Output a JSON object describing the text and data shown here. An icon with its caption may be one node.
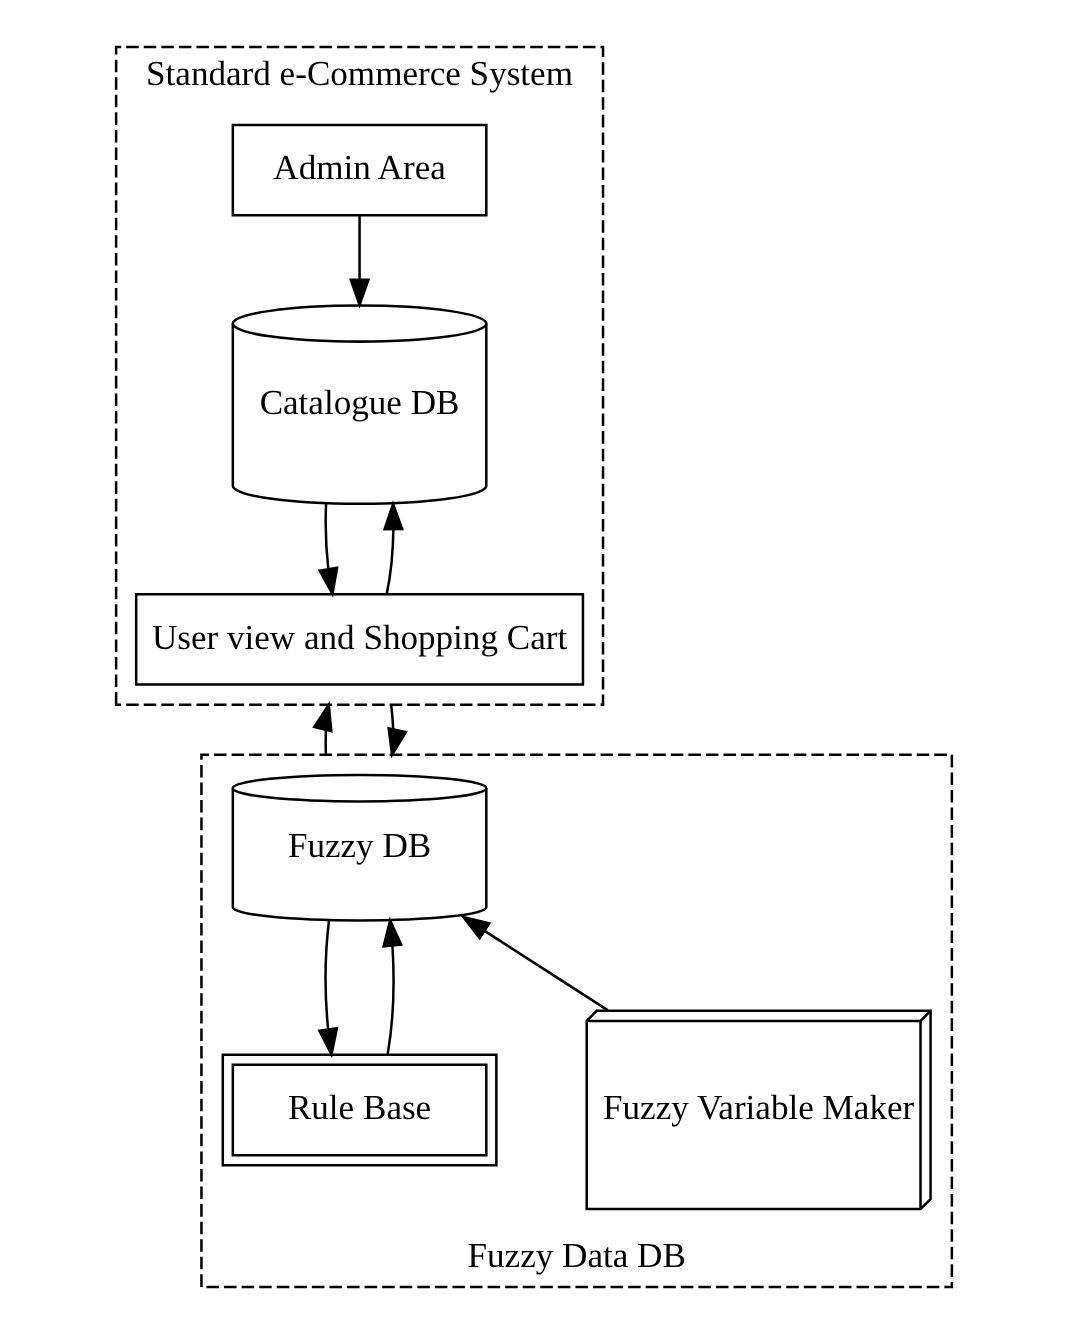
{
  "diagram": {
    "nodes": [
      {
        "text": [
          "Standard e-Commerce System"
        ]
      },
      {
        "text": [
          "Admin Area"
        ],
        "in": 0
      },
      {
        "text": [
          "Catalogue DB"
        ],
        "in": 0
      },
      {
        "text": [
          "User view and Shopping Cart"
        ],
        "in": 0
      },
      {
        "text": [
          "Fuzzy Data DB"
        ]
      },
      {
        "text": [
          "Fuzzy DB"
        ],
        "in": 4
      },
      {
        "text": [
          "Rule Base"
        ],
        "in": 4
      },
      {
        "text": [
          "Fuzzy Variable Maker"
        ],
        "in": 4
      }
    ],
    "edges": [
      {
        "from": 1,
        "to": 2,
        "arrow": "to"
      },
      {
        "from": 3,
        "to": 2,
        "arrow": "to"
      },
      {
        "from": 2,
        "to": 3,
        "arrow": "to"
      },
      {
        "from": 4,
        "to": 0,
        "arrow": "to"
      },
      {
        "from": 0,
        "to": 4,
        "arrow": "to"
      },
      {
        "from": 5,
        "to": 6,
        "arrow": "to"
      },
      {
        "from": 6,
        "to": 5,
        "arrow": "to"
      },
      {
        "from": 7,
        "to": 5,
        "arrow": "to"
      }
    ]
  }
}
